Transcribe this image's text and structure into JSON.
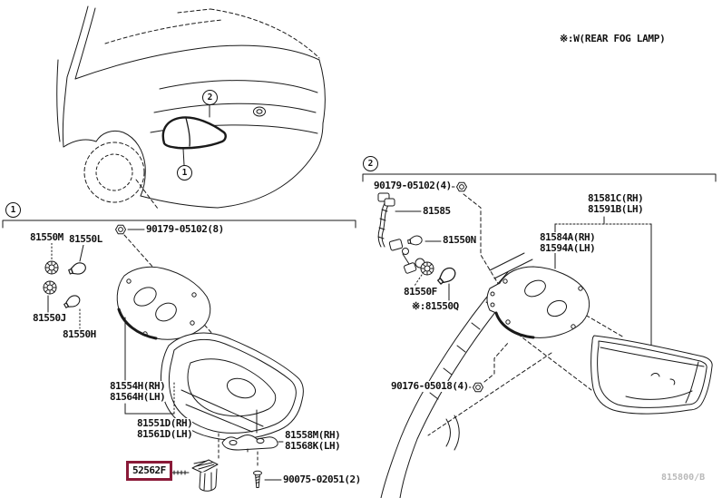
{
  "note": "※:W(REAR FOG LAMP)",
  "figure_watermark": "815800/B",
  "callouts": {
    "outer_lamp": "1",
    "inner_lamp": "2"
  },
  "sections": {
    "one": {
      "num": "1",
      "parts": {
        "nut8": "90179-05102(8)",
        "socket_m": "81550M",
        "bulb_l": "81550L",
        "socket_j": "81550J",
        "bulb_h": "81550H",
        "gasket_rh": "81554H(RH)",
        "gasket_lh": "81564H(LH)",
        "lens_rh": "81551D(RH)",
        "lens_lh": "81561D(LH)",
        "clip": "52562F",
        "bracket_rh": "81558M(RH)",
        "bracket_lh": "81568K(LH)",
        "screw": "90075-02051(2)"
      }
    },
    "two": {
      "num": "2",
      "parts": {
        "nut4": "90179-05102(4)",
        "harness": "81585",
        "bulb_n": "81550N",
        "socket_f": "81550F",
        "bulb_q": "※:81550Q",
        "nut_lower": "90176-05018(4)",
        "lamp_rh": "81581C(RH)",
        "lamp_lh": "81591B(LH)",
        "gasket_rh": "81584A(RH)",
        "gasket_lh": "81594A(LH)"
      }
    }
  },
  "icons": {
    "nut": "hex-nut",
    "bulb": "wedge-bulb",
    "socket": "bulb-socket",
    "screw": "tapping-screw",
    "clip": "push-clip",
    "bracket": "lamp-bracket",
    "harness": "wire-harness"
  },
  "colors": {
    "line": "#1a1a1a",
    "highlight_box": "#8a1a38",
    "watermark": "#b9b9b9",
    "background": "#ffffff"
  }
}
